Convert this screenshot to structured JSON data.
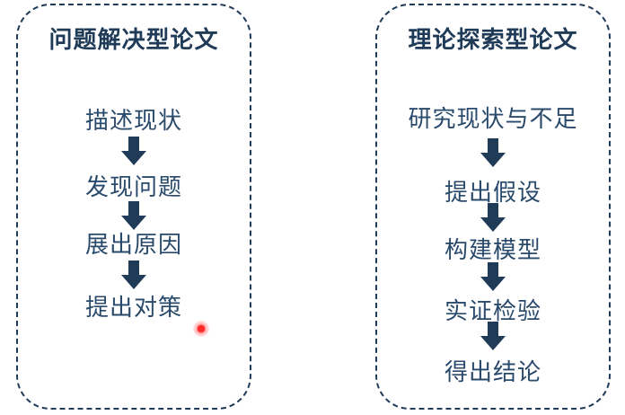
{
  "left_panel": {
    "title": "问题解决型论文",
    "steps": [
      "描述现状",
      "发现问题",
      "展出原因",
      "提出对策"
    ]
  },
  "right_panel": {
    "title": "理论探索型论文",
    "steps": [
      "研究现状与不足",
      "提出假设",
      "构建模型",
      "实证检验",
      "得出结论"
    ]
  },
  "colors": {
    "border": "#1f3b57",
    "title": "#1f3b57",
    "step_text": "#2a4a6c",
    "arrow": "#1f3b57",
    "cursor": "#ff2a2a"
  },
  "icons": {
    "arrow": "arrow-down-icon",
    "cursor": "cursor-dot-icon"
  }
}
